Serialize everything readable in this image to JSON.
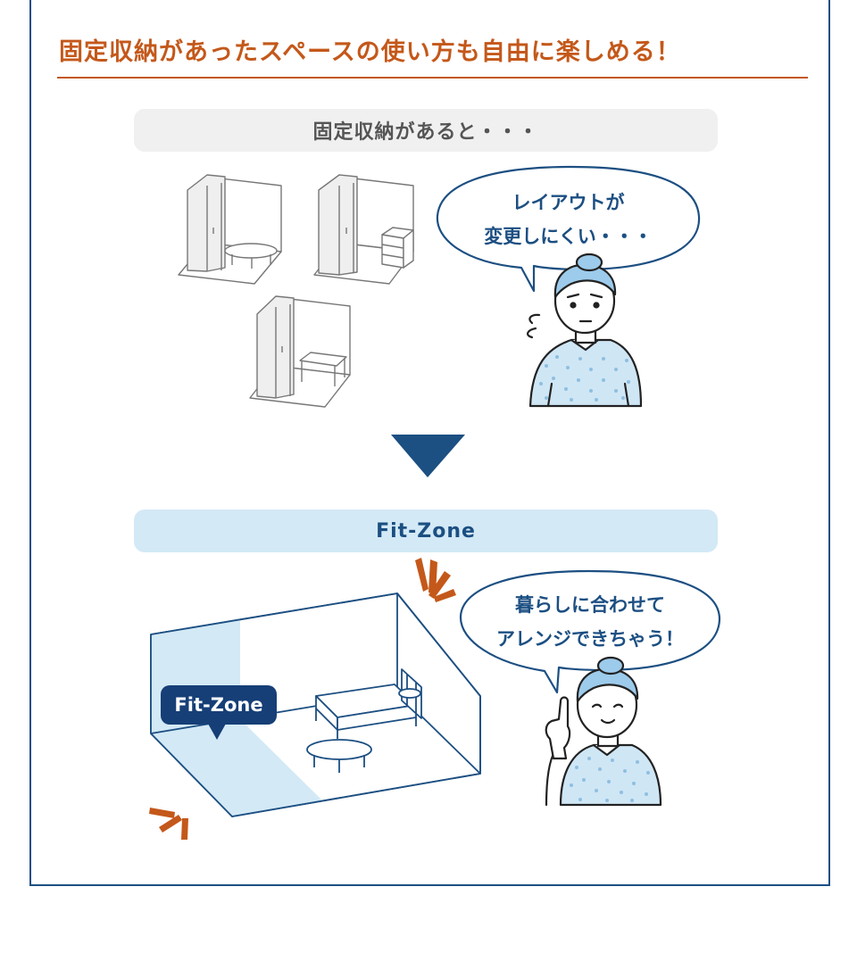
{
  "heading": "固定収納があったスペースの使い方も自由に楽しめる！",
  "before": {
    "label": "固定収納があると・・・",
    "bubble_line1": "レイアウトが",
    "bubble_line2": "変更しにくい・・・"
  },
  "after": {
    "label": "Fit-Zone",
    "tag": "Fit-Zone",
    "bubble_line1": "暮らしに合わせて",
    "bubble_line2": "アレンジできちゃう！"
  },
  "colors": {
    "accent_orange": "#c4581a",
    "navy": "#1c4f82",
    "light_blue": "#d3e9f6",
    "gray_pill": "#f0f0f0"
  },
  "icons": [
    "down-arrow-triangle-icon",
    "emphasis-lines-icon",
    "sweat-icon",
    "pointing-finger-icon"
  ]
}
